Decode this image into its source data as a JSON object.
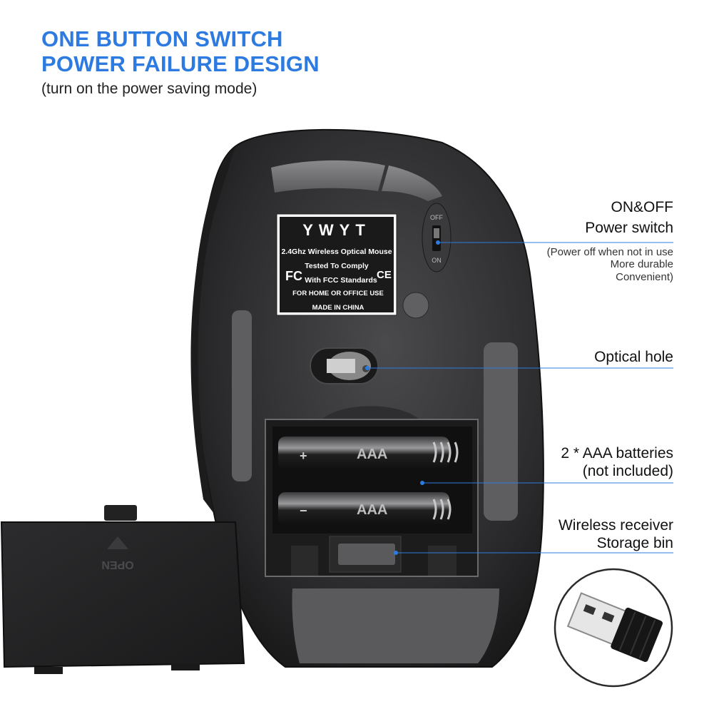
{
  "accent_color": "#2d7be0",
  "heading": {
    "line1": "ONE BUTTON SWITCH",
    "line2": "POWER FAILURE DESIGN",
    "subtitle": "(turn on the power saving mode)"
  },
  "label_plate": {
    "brand": "YWYT",
    "line1": "2.4Ghz Wireless Optical Mouse",
    "line2": "Tested To Comply",
    "line3": "With FCC Standards",
    "line4": "FOR HOME OR OFFICE USE",
    "line5": "MADE IN CHINA",
    "fc_mark": "FC",
    "ce_mark": "CE"
  },
  "switch_marks": {
    "off": "OFF",
    "on": "ON"
  },
  "battery_text": {
    "type": "AAA",
    "polarity_plus": "+",
    "polarity_minus": "−"
  },
  "cover": {
    "open_text": "OPEN"
  },
  "callouts": {
    "power_switch": {
      "title1": "ON&OFF",
      "title2": "Power switch",
      "note1": "(Power off when not in use",
      "note2": "More durable",
      "note3": "Convenient)"
    },
    "optical_hole": {
      "title": "Optical hole"
    },
    "batteries": {
      "title1": "2 * AAA batteries",
      "title2": "(not included)"
    },
    "receiver": {
      "title1": "Wireless receiver",
      "title2": "Storage bin"
    }
  }
}
